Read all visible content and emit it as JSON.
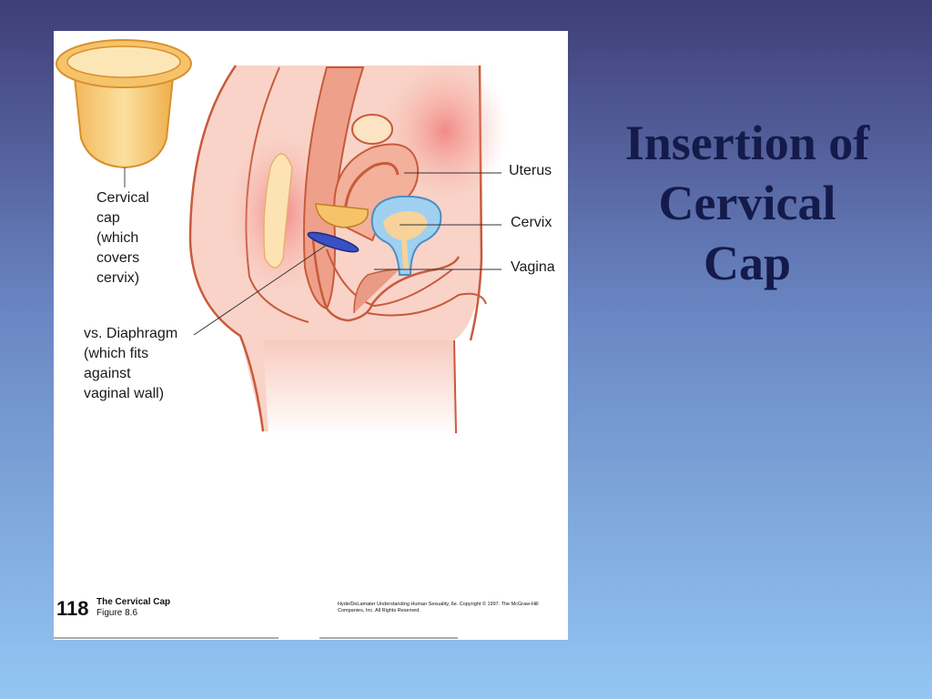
{
  "slide": {
    "title": "Insertion of\nCervical\nCap"
  },
  "figure": {
    "labels": {
      "cervical_cap": "Cervical\ncap\n(which\ncovers\ncervix)",
      "diaphragm": "vs. Diaphragm\n(which fits\nagainst\nvaginal wall)",
      "uterus": "Uterus",
      "cervix": "Cervix",
      "vagina": "Vagina"
    },
    "footer": {
      "page_number": "118",
      "figure_title": "The Cervical Cap",
      "figure_number": "Figure 8.6",
      "copyright": "Hyde/DeLamater Understanding Human Sexuality, 6e. Copyright © 1997. The McGraw-Hill Companies, Inc. All Rights Reserved."
    }
  },
  "colors": {
    "background_top": "#3f3d78",
    "background_bottom": "#93c6f3",
    "title": "#141a4a",
    "cap": "#f3c46f",
    "diaphragm": "#3a4fc4",
    "tissue": "#f4b4a6",
    "outline": "#c85a3c",
    "bladder": "#9fd0f0"
  }
}
